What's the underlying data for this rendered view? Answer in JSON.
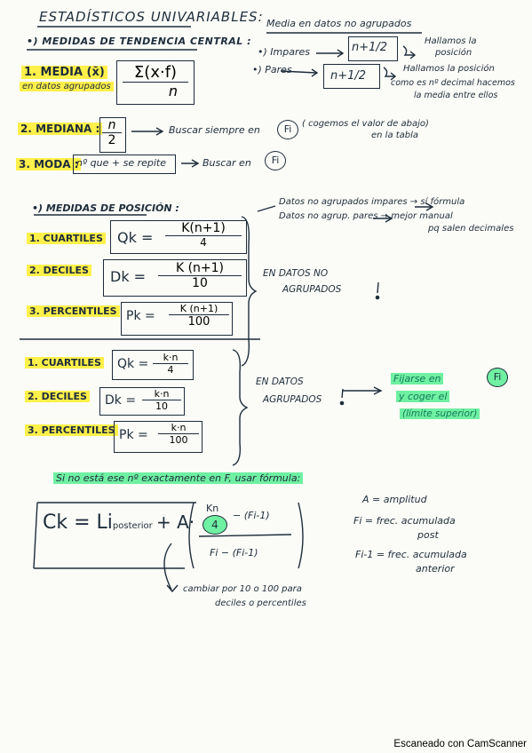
{
  "title": "ESTADÍSTICOS UNIVARIABLES:",
  "tendency": {
    "heading": "•) MEDIDAS DE TENDENCIA CENTRAL :",
    "media_label": "1. MEDIA (x̄)",
    "media_sub": "en datos agrupados",
    "media_num": "Σ(x·f)",
    "media_den": "n",
    "mediana_label": "2. MEDIANA :",
    "mediana_num": "n",
    "mediana_den": "2",
    "mediana_text": "Buscar siempre en",
    "fi": "Fi",
    "mediana_note1": "( cogemos el valor de abajo)",
    "mediana_note2": "en la tabla",
    "moda_label": "3. MODA :",
    "moda_box": "nº que + se repite",
    "moda_text": "Buscar en"
  },
  "nonGrouped": {
    "title": "Media en datos no agrupados",
    "impares_label": "•) Impares",
    "impares_formula": "n+1/2",
    "impares_note1": "Hallamos la",
    "impares_note2": "posición",
    "pares_label": "•) Pares",
    "pares_formula": "n+1/2",
    "pares_note1": "Hallamos la posición",
    "pares_note2": "como es nº decimal hacemos",
    "pares_note3": "la media entre ellos"
  },
  "position": {
    "heading": "•) MEDIDAS DE POSICIÓN :",
    "note1": "Datos no agrupados impares → sí fórmula",
    "note2": "Datos no agrup. pares → mejor manual",
    "note3": "pq salen decimales",
    "q_label": "1. CUARTILES",
    "q_lhs": "Qk =",
    "q_num": "K(n+1)",
    "q_den": "4",
    "d_label": "2. DECILES",
    "d_lhs": "Dk =",
    "d_num": "K (n+1)",
    "d_den": "10",
    "p_label": "3. PERCENTILES",
    "p_lhs": "Pk =",
    "p_num": "K (n+1)",
    "p_den": "100",
    "ng_text1": "EN DATOS NO",
    "ng_text2": "AGRUPADOS",
    "q2_label": "1. CUARTILES",
    "q2_lhs": "Qk =",
    "q2_num": "k·n",
    "q2_den": "4",
    "d2_label": "2. DECILES",
    "d2_lhs": "Dk =",
    "d2_num": "k·n",
    "d2_den": "10",
    "p2_label": "3. PERCENTILES",
    "p2_lhs": "Pk =",
    "p2_num": "k·n",
    "p2_den": "100",
    "g_text1": "EN DATOS",
    "g_text2": "AGRUPADOS",
    "g_note1": "Fijarse en",
    "g_note2": "y coger el",
    "g_note3": "(límite superior)"
  },
  "formula": {
    "banner": "Si no está ese nº exactamente en F, usar fórmula:",
    "lhs": "Ck = Li",
    "sub": "posterior",
    "plus": "+ A·",
    "kn": "Kn",
    "four": "4",
    "minus": "− (Fi-1)",
    "den": "Fi − (Fi-1)",
    "a_def": "A = amplitud",
    "fi_def1": "Fi = frec. acumulada",
    "fi_def2": "post",
    "fi1_def1": "Fi-1 = frec. acumulada",
    "fi1_def2": "anterior",
    "change1": "cambiar por 10 o 100 para",
    "change2": "deciles o percentiles"
  },
  "footer": "Escaneado con CamScanner",
  "colors": {
    "ink": "#1e2d3b",
    "yellow": "#fff04a",
    "green": "#6ff0a2"
  }
}
